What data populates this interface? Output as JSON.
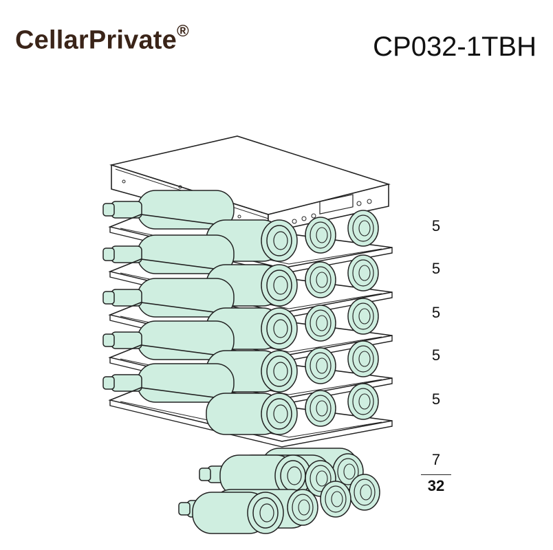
{
  "header": {
    "brand": "CellarPrivate",
    "brand_mark": "®",
    "model": "CP032-1TBH"
  },
  "shelves": [
    {
      "count": "5"
    },
    {
      "count": "5"
    },
    {
      "count": "5"
    },
    {
      "count": "5"
    },
    {
      "count": "5"
    }
  ],
  "bottom": {
    "count": "7"
  },
  "total": "32",
  "colors": {
    "bottle_fill": "#cfeee0",
    "line": "#222222",
    "brand": "#3a2418"
  }
}
